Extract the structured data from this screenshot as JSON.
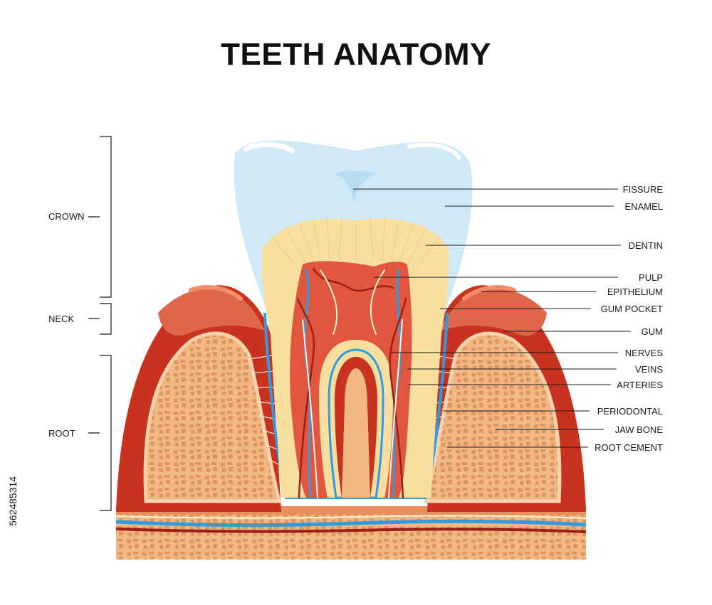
{
  "title": "TEETH ANATOMY",
  "sections": [
    {
      "key": "crown",
      "label": "CROWN"
    },
    {
      "key": "neck",
      "label": "NECK"
    },
    {
      "key": "root",
      "label": "ROOT"
    }
  ],
  "labels": [
    {
      "key": "fissure",
      "text": "FISSURE"
    },
    {
      "key": "enamel",
      "text": "ENAMEL"
    },
    {
      "key": "dentin",
      "text": "DENTIN"
    },
    {
      "key": "pulp",
      "text": "PULP"
    },
    {
      "key": "epithelium",
      "text": "EPITHELIUM"
    },
    {
      "key": "gum-pocket",
      "text": "GUM POCKET"
    },
    {
      "key": "gum",
      "text": "GUM"
    },
    {
      "key": "nerves",
      "text": "NERVES"
    },
    {
      "key": "veins",
      "text": "VEINS"
    },
    {
      "key": "arteries",
      "text": "ARTERIES"
    },
    {
      "key": "periodontal",
      "text": "PERIODONTAL"
    },
    {
      "key": "jaw-bone",
      "text": "JAW BONE"
    },
    {
      "key": "root-cement",
      "text": "ROOT CEMENT"
    }
  ],
  "stock_id": "562485314",
  "colors": {
    "enamel": "#cfe9f7",
    "dentin": "#f8dfa0",
    "pulp": "#e2553e",
    "gum": "#c8321e",
    "gum_light": "#e0664a",
    "bone": "#f1b883",
    "bone_dark": "#d98a52",
    "nerve": "#fff2d0",
    "vein": "#2f9be0",
    "artery": "#9c1f14"
  }
}
